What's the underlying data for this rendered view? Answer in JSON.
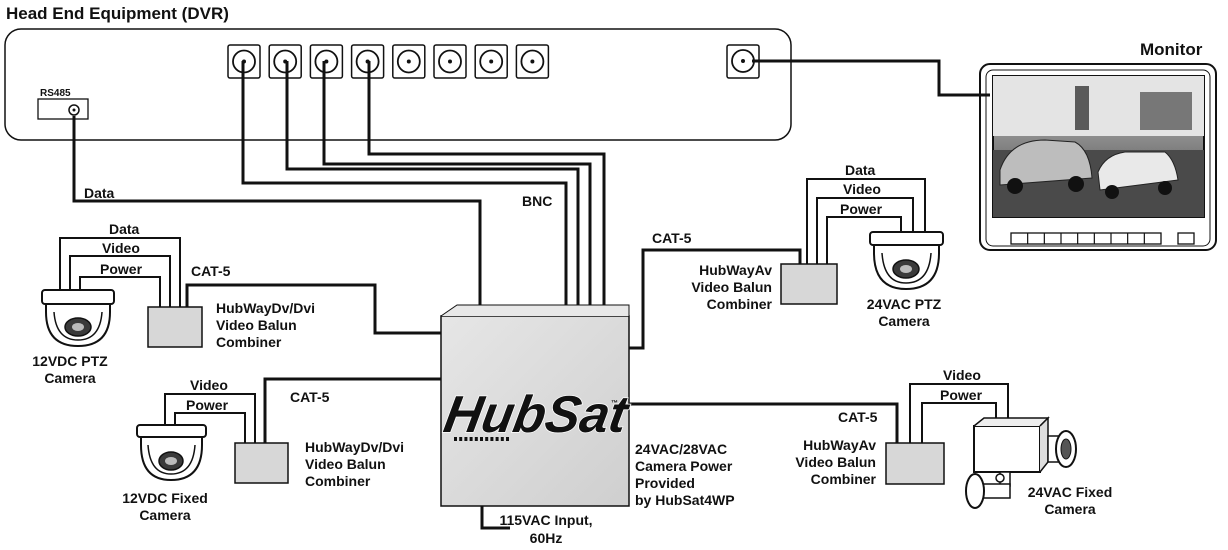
{
  "dvr": {
    "title": "Head End Equipment (DVR)",
    "rs485_label": "RS485",
    "bnc_ports": 8
  },
  "monitor": {
    "label": "Monitor"
  },
  "hub": {
    "logo": "HubSat",
    "tm": "™"
  },
  "wires": {
    "data": "Data",
    "bnc": "BNC",
    "cat5": "CAT-5",
    "video": "Video",
    "power": "Power"
  },
  "power_input": {
    "line1": "115VAC Input,",
    "line2": "60Hz"
  },
  "hub_power_note": {
    "line1": "24VAC/28VAC",
    "line2": "Camera Power",
    "line3": "Provided",
    "line4": "by HubSat4WP"
  },
  "cameras": [
    {
      "id": "ptz-12v",
      "line1": "12VDC PTZ",
      "line2": "Camera"
    },
    {
      "id": "fixed-12v",
      "line1": "12VDC Fixed",
      "line2": "Camera"
    },
    {
      "id": "ptz-24v",
      "line1": "24VAC PTZ",
      "line2": "Camera"
    },
    {
      "id": "fixed-24v",
      "line1": "24VAC Fixed",
      "line2": "Camera"
    }
  ],
  "baluns": [
    {
      "id": "balun-ptz-12v",
      "line1": "HubWayDv/Dvi",
      "line2": "Video Balun",
      "line3": "Combiner"
    },
    {
      "id": "balun-fixed-12v",
      "line1": "HubWayDv/Dvi",
      "line2": "Video Balun",
      "line3": "Combiner"
    },
    {
      "id": "balun-ptz-24v",
      "line1": "HubWayAv",
      "line2": "Video Balun",
      "line3": "Combiner"
    },
    {
      "id": "balun-fixed-24v",
      "line1": "HubWayAv",
      "line2": "Video Balun",
      "line3": "Combiner"
    }
  ]
}
